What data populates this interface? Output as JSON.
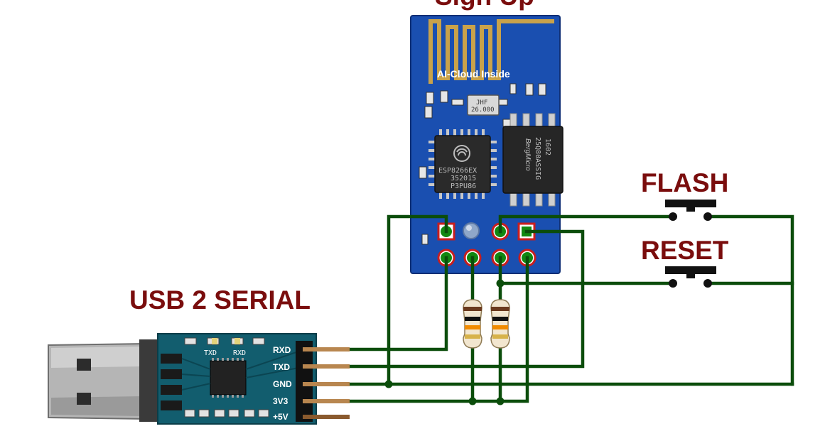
{
  "labels": {
    "flash": "FLASH",
    "reset": "RESET",
    "usb_serial": "USB 2 SERIAL",
    "top_clipped": "Sign Up"
  },
  "esp_module": {
    "antenna_text": "AI-Cloud Inside",
    "crystal_text_1": "JHF",
    "crystal_text_2": "26.000",
    "chip_line_1": "ESP8266EX",
    "chip_line_2": "352015",
    "chip_line_3": "P3PU86",
    "flash_chip_line_1": "1602",
    "flash_chip_line_2": "25Q80ASSIG",
    "flash_chip_line_3": "BergMicro"
  },
  "usb_adapter": {
    "led_labels": [
      "TXD",
      "RXD"
    ],
    "pin_labels": [
      "RXD",
      "TXD",
      "GND",
      "3V3",
      "+5V"
    ]
  },
  "colors": {
    "wire": "#0b4d0b",
    "heading": "#7a0d0d",
    "esp_board": "#1a4fb0",
    "adapter_board": "#125d6e",
    "pad_ring": "#c81e1e",
    "antenna": "#c9a24a"
  }
}
